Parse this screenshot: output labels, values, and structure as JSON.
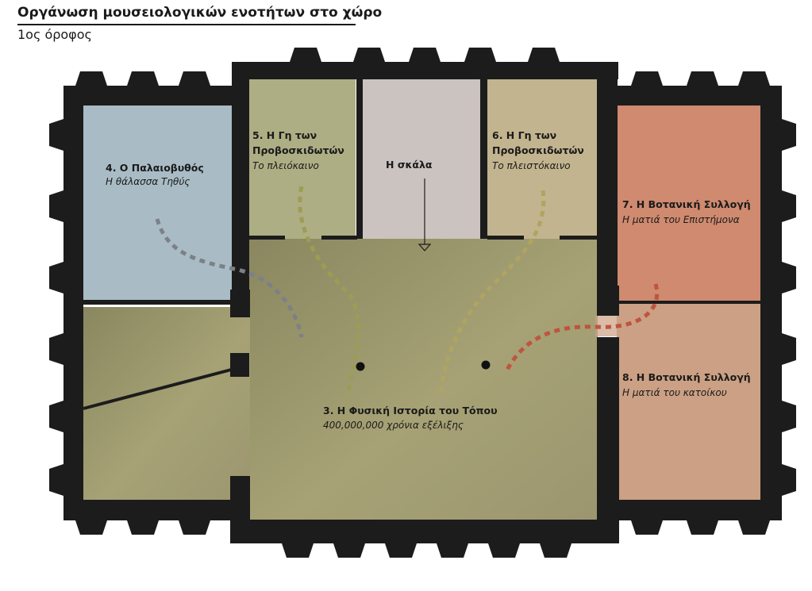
{
  "header": {
    "title": "Οργάνωση μουσειολογικών ενοτήτων στο χώρο",
    "subtitle": "1ος όροφος"
  },
  "rooms": {
    "paleo": {
      "title": "4. Ο Παλαιοβυθός",
      "subtitle": "Η θάλασσα Τηθύς",
      "color": "#a9bcc6"
    },
    "room5": {
      "title_line1": "5. Η Γη των",
      "title_line2": "Προβοσκιδωτών",
      "subtitle": "Το πλειόκαινο",
      "color": "#aeae84"
    },
    "stairs": {
      "title": "Η  σκάλα",
      "color": "#cbc3c0"
    },
    "room6": {
      "title_line1": "6. Η Γη των",
      "title_line2": "Προβοσκιδωτών",
      "subtitle": "Το πλειστόκαινο",
      "color": "#c2b48e"
    },
    "botanical7": {
      "title": "7. Η Βοτανική Συλλογή",
      "subtitle": "Η ματιά του Επιστήμονα",
      "color": "#cf8a6f"
    },
    "botanical8": {
      "title": "8. Η Βοτανική Συλλογή",
      "subtitle": "Η ματιά του κατοίκου",
      "color": "#cba084"
    },
    "main": {
      "title": "3. Η Φυσική Ιστορία του Τόπου",
      "subtitle": "400,000,000 χρόνια εξέλιξης",
      "color": "#9f9a6e"
    }
  },
  "colors": {
    "wall": "#1c1c1c",
    "path_paleo": "#7b8187",
    "path_room5": "#9d9c54",
    "path_room6": "#b0a461",
    "path_botanical": "#c0543e"
  }
}
